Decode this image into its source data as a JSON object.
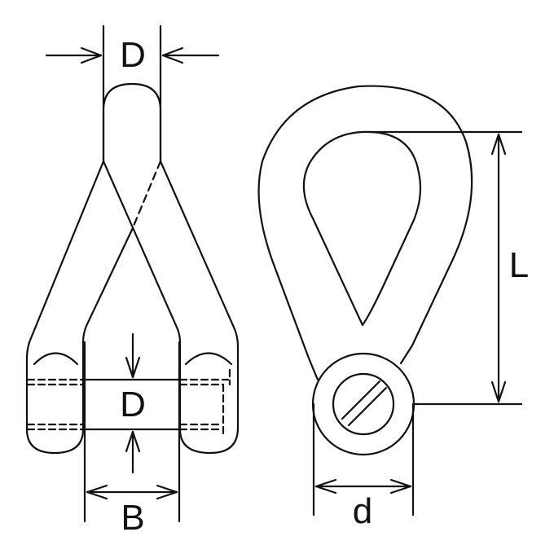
{
  "colors": {
    "stroke": "#111111",
    "background": "#ffffff"
  },
  "labels": {
    "pin_diameter_top": "D",
    "pin_diameter_mid": "D",
    "inner_width": "B",
    "inner_length": "L",
    "eye_diameter": "d"
  }
}
